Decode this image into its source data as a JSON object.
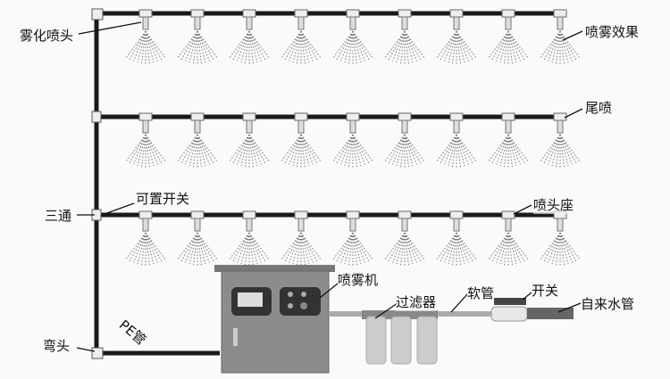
{
  "labels": {
    "atomizing_nozzle": "雾化喷头",
    "spray_effect": "喷雾效果",
    "tail_spray": "尾喷",
    "tee": "三通",
    "optional_switch": "可置开关",
    "nozzle_seat": "喷头座",
    "mist_machine": "喷雾机",
    "filter": "过滤器",
    "hose": "软管",
    "switch": "开关",
    "tap_water_pipe": "自来水管",
    "pe_pipe": "PE管",
    "elbow": "弯头"
  },
  "nozzles_per_row": 9,
  "rows": 3,
  "colors": {
    "pipe": "#1a1a1a",
    "cabinet": "#8c8c8c",
    "spray": "#777777"
  }
}
